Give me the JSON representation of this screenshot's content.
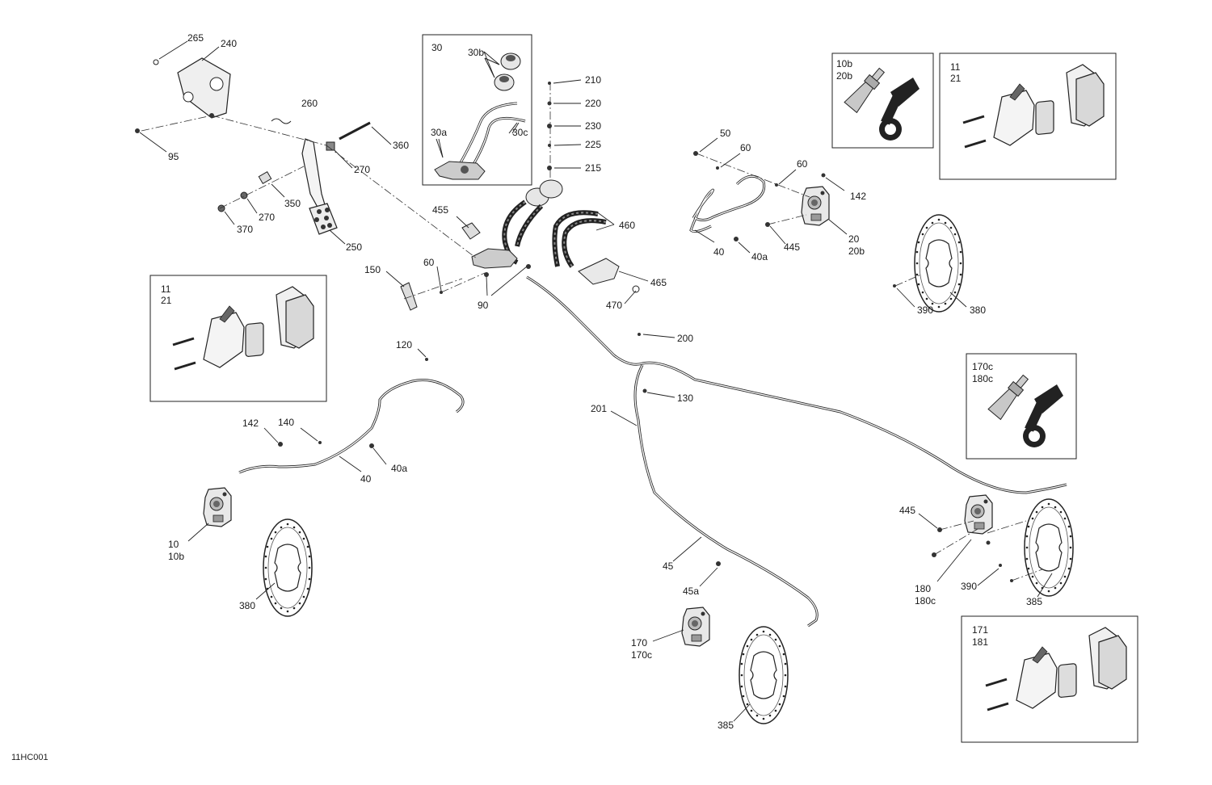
{
  "drawing_id": "11HC001",
  "labels": {
    "l265": "265",
    "l240": "240",
    "l260": "260",
    "l95": "95",
    "l360": "360",
    "l270a": "270",
    "l270b": "270",
    "l350": "350",
    "l370": "370",
    "l250": "250",
    "l455": "455",
    "l60a": "60",
    "l150": "150",
    "l90": "90",
    "l460": "460",
    "l465": "465",
    "l470": "470",
    "l210": "210",
    "l220": "220",
    "l230": "230",
    "l225": "225",
    "l215": "215",
    "l50": "50",
    "l60b": "60",
    "l60c": "60",
    "l142a": "142",
    "l40a": "40",
    "l40aa": "40a",
    "l445a": "445",
    "l20": "20",
    "l20b": "20b",
    "l390a": "390",
    "l380a": "380",
    "l200": "200",
    "l130": "130",
    "l201": "201",
    "l120": "120",
    "l142b": "142",
    "l140": "140",
    "l40b": "40",
    "l40ab": "40a",
    "l10": "10",
    "l10b": "10b",
    "l380b": "380",
    "l45": "45",
    "l45a": "45a",
    "l170": "170",
    "l170c": "170c",
    "l385a": "385",
    "l445b": "445",
    "l180": "180",
    "l180c": "180c",
    "l390b": "390",
    "l385b": "385"
  },
  "insets": {
    "inset30": {
      "l30": "30",
      "l30b": "30b",
      "l30a": "30a",
      "l30c": "30c"
    },
    "inset10b": {
      "line1": "10b",
      "line2": "20b"
    },
    "insetPadsTR": {
      "line1": "11",
      "line2": "21"
    },
    "insetPadsL": {
      "line1": "11",
      "line2": "21"
    },
    "inset170c": {
      "line1": "170c",
      "line2": "180c"
    },
    "insetPadsBR": {
      "line1": "171",
      "line2": "181"
    }
  }
}
